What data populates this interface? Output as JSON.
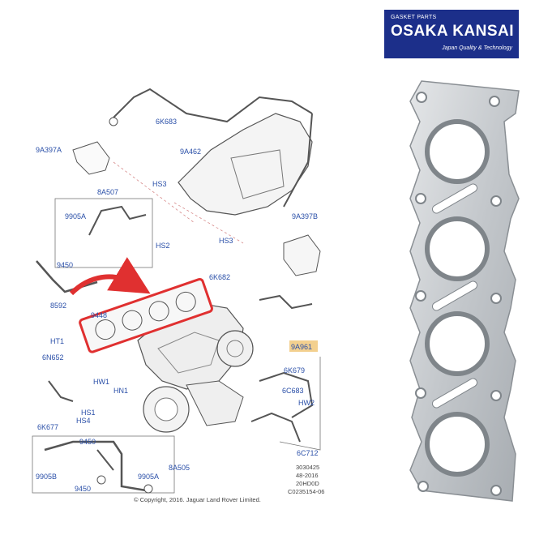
{
  "logo": {
    "top_text": "GASKET PARTS",
    "brand": "OSAKA KANSAI",
    "tagline": "Japan Quality & Technology",
    "bg_color": "#1c2f8a"
  },
  "diagram": {
    "labels": [
      "6K683",
      "9A397A",
      "9A462",
      "HS3",
      "8A507",
      "9905A",
      "HS2",
      "9450",
      "HS3",
      "9A397B",
      "6K682",
      "8592",
      "9448",
      "HT1",
      "9A961",
      "6N652",
      "HW1",
      "HN1",
      "6K679",
      "6C683",
      "HW2",
      "HS1",
      "HS4",
      "6K677",
      "9450",
      "6C712",
      "9905B",
      "9905A",
      "8A505",
      "9450"
    ],
    "highlight_label": "9A961",
    "callout_color": "#e03030",
    "codes": [
      "3030425",
      "48-2016",
      "20HD0D",
      "C0235154-06"
    ],
    "copyright": "© Copyright, 2016. Jaguar Land Rover Limited."
  }
}
